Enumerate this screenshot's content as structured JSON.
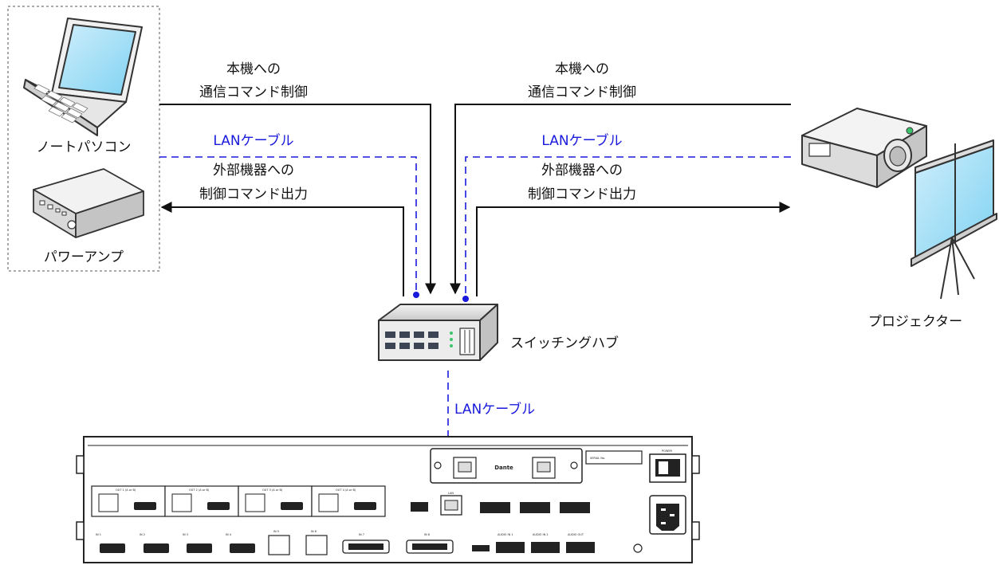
{
  "colors": {
    "control_line": "#111111",
    "lan_line": "#1a1adc",
    "device_fill": "#e9e9e9"
  },
  "devices": {
    "laptop": "ノートパソコン",
    "power_amp": "パワーアンプ",
    "switching_hub": "スイッチングハブ",
    "projector": "プロジェクター"
  },
  "left_link": {
    "command_in_line1": "本機への",
    "command_in_line2": "通信コマンド制御",
    "lan": "LANケーブル",
    "command_out_line1": "外部機器への",
    "command_out_line2": "制御コマンド出力"
  },
  "right_link": {
    "command_in_line1": "本機への",
    "command_in_line2": "通信コマンド制御",
    "lan": "LANケーブル",
    "command_out_line1": "外部機器への",
    "command_out_line2": "制御コマンド出力"
  },
  "bottom_link": {
    "lan": "LANケーブル"
  },
  "rear_panel": {
    "dante": "Dante",
    "lan_port": "LAN",
    "outputs": [
      "OUT 1 (A or B)",
      "OUT 2 (A or B)",
      "OUT 3 (A or B)",
      "OUT 4 (A or B)"
    ],
    "inputs": [
      "IN 1",
      "IN 2",
      "IN 3",
      "IN 4",
      "IN 5",
      "IN 6",
      "IN 7",
      "IN 8"
    ],
    "audio": [
      "AUDIO IN 1",
      "AUDIO IN 2",
      "AUDIO OUT"
    ],
    "serial": "SERIAL No.",
    "power": "POWER"
  }
}
